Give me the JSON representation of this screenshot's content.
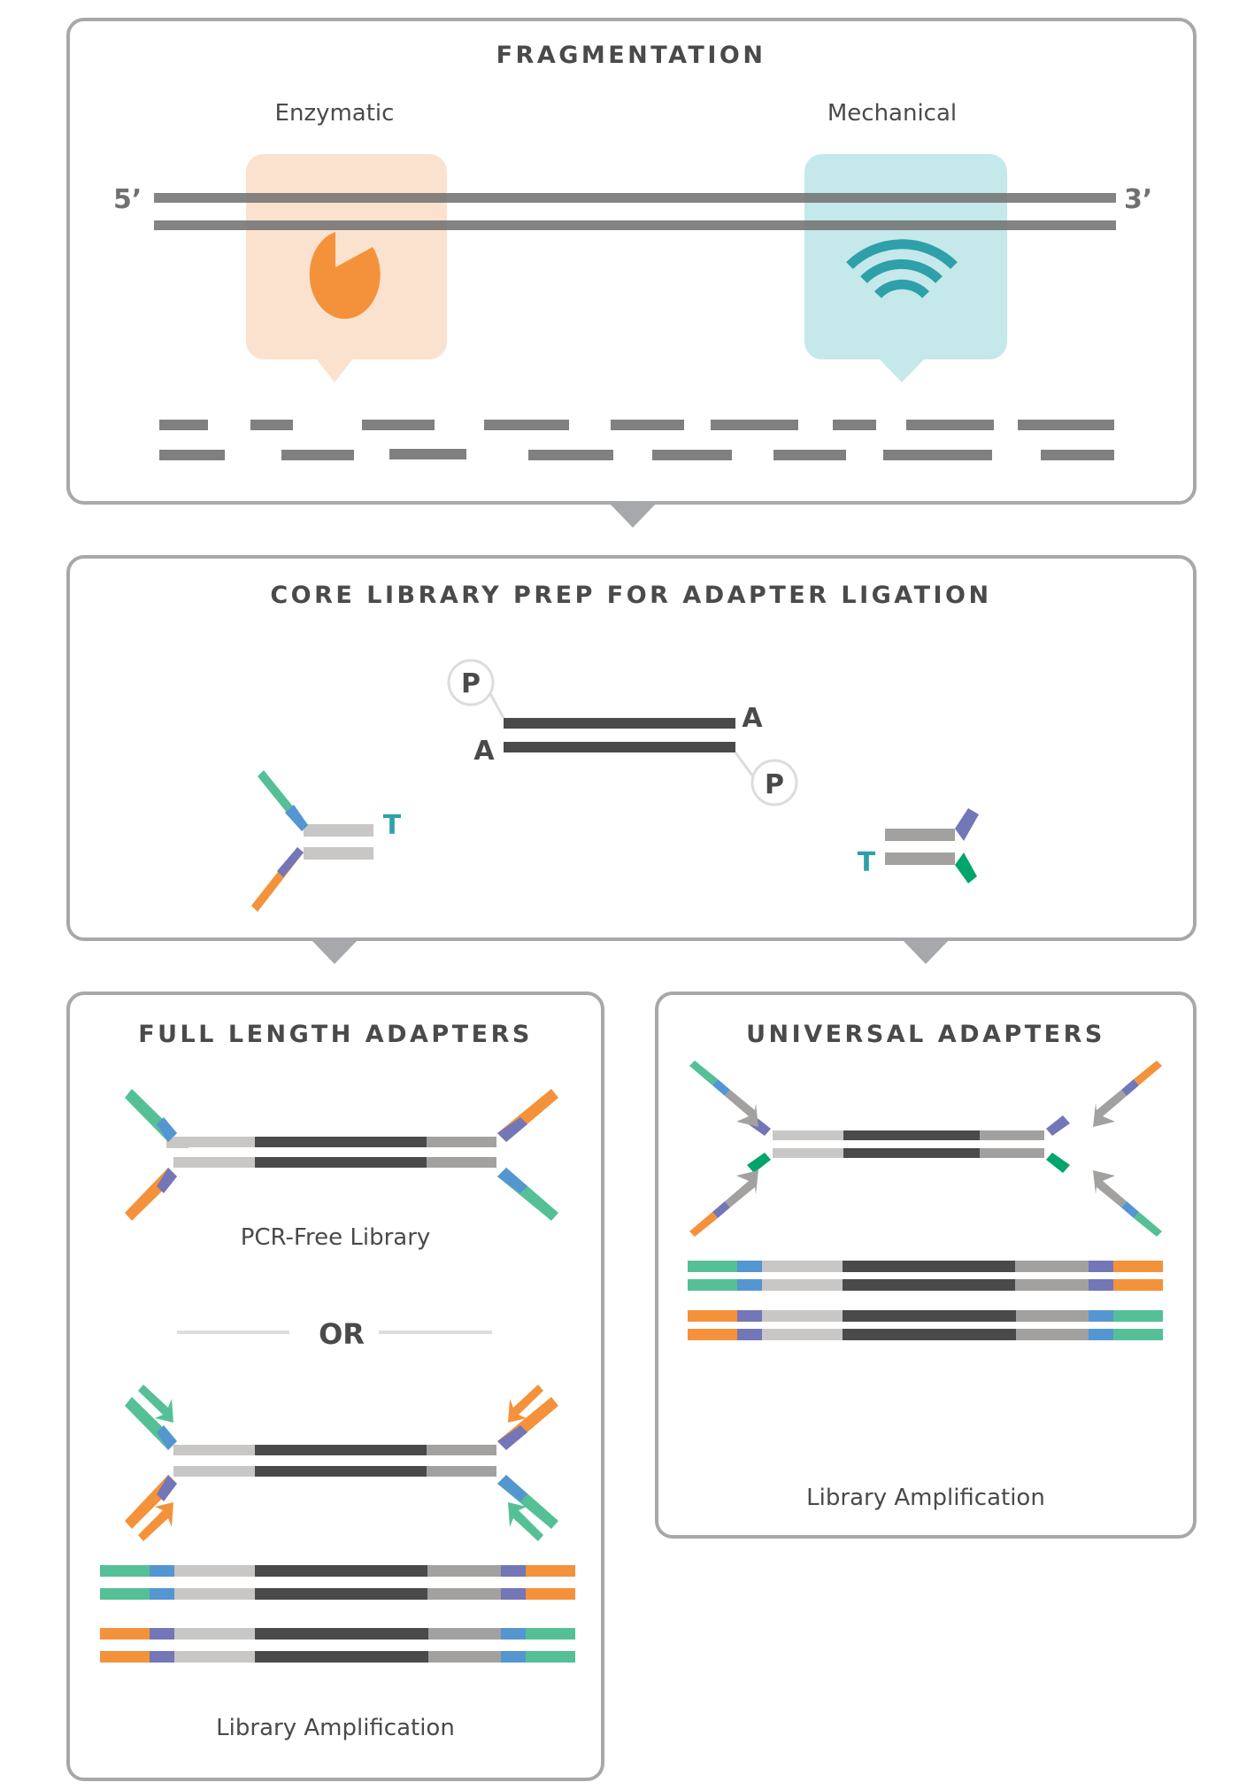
{
  "colors": {
    "panel_border": "#a7a8ab",
    "text": "#4a4a4b",
    "dna_gray": "#808080",
    "insert_dark": "#4a4a4a",
    "adapter_light": "#c8c7c5",
    "adapter_mid": "#a2a1a0",
    "green": "#55c096",
    "blue": "#5496d2",
    "purple": "#7376b7",
    "orange": "#f4923b",
    "dark_green": "#00a56a",
    "teal": "#2ea0aa",
    "enzymatic_bg": "#fbe2cf",
    "mechanical_bg": "#c5e8ea"
  },
  "fragmentation": {
    "title": "FRAGMENTATION",
    "enzymatic_label": "Enzymatic",
    "mechanical_label": "Mechanical",
    "five_prime": "5’",
    "three_prime": "3’",
    "enzymatic_icon": "pacman-enzyme-icon",
    "mechanical_icon": "sonication-waves-icon"
  },
  "core_prep": {
    "title": "CORE LIBRARY PREP FOR ADAPTER LIGATION",
    "phosphate": "P",
    "a_tail": "A",
    "t_overhang": "T"
  },
  "full_length": {
    "title": "FULL LENGTH ADAPTERS",
    "pcr_free_label": "PCR-Free Library",
    "or_label": "OR",
    "amplification_label": "Library Amplification"
  },
  "universal": {
    "title": "UNIVERSAL ADAPTERS",
    "amplification_label": "Library Amplification"
  }
}
